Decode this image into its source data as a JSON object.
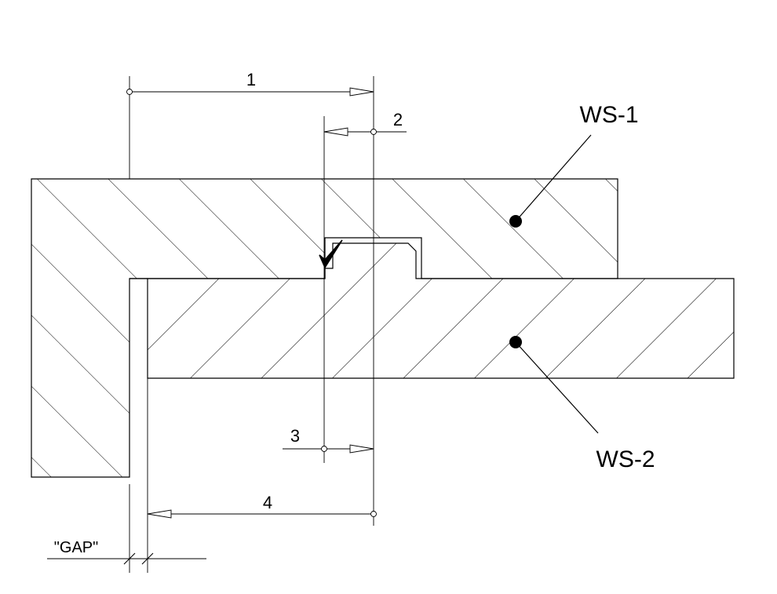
{
  "parts": {
    "top": {
      "label": "WS-1"
    },
    "bottom": {
      "label": "WS-2"
    }
  },
  "dimensions": [
    {
      "label": "1"
    },
    {
      "label": "2"
    },
    {
      "label": "3"
    },
    {
      "label": "4"
    }
  ],
  "gap": {
    "label": "\"GAP\""
  },
  "colors": {
    "line": "#000000",
    "background": "#ffffff"
  }
}
